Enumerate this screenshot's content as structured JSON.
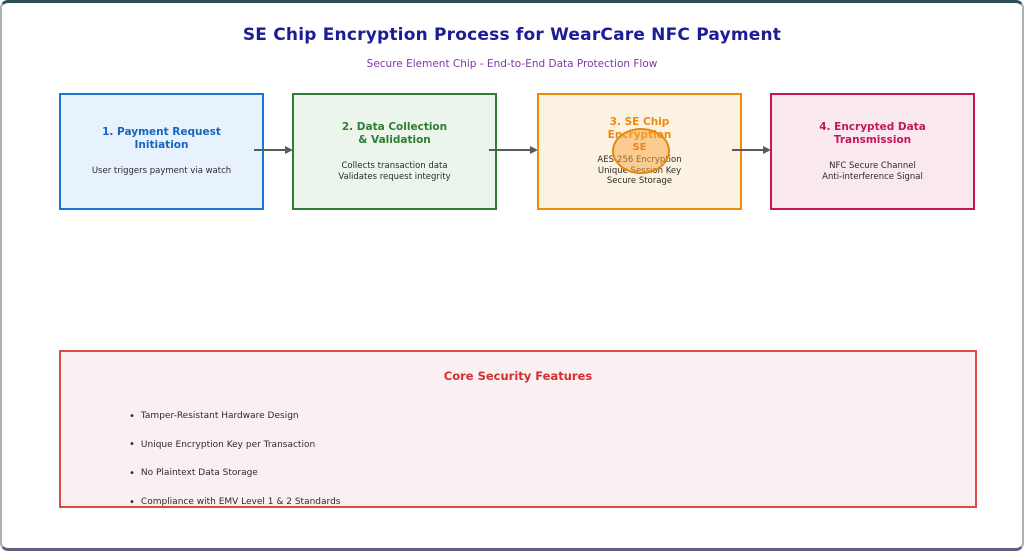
{
  "header": {
    "title": "SE Chip Encryption Process for WearCare NFC Payment",
    "subtitle": "Secure Element Chip - End-to-End Data Protection Flow",
    "title_color": "#1C1C96",
    "subtitle_color": "#8038A8"
  },
  "flow": {
    "arrow_color": "#5A5A5A",
    "steps": [
      {
        "title_line1": "1. Payment Request",
        "title_line2": "Initiation",
        "body": [
          "User triggers payment via watch"
        ],
        "accent_color": "#1565C0",
        "border_color": "#1976D2",
        "fill_color": "#E8F2FC"
      },
      {
        "title_line1": "2. Data Collection",
        "title_line2": "& Validation",
        "body": [
          "Collects transaction data",
          "Validates request integrity"
        ],
        "accent_color": "#2E7D32",
        "border_color": "#2E7D32",
        "fill_color": "#EBF5EC"
      },
      {
        "title_line1": "3. SE Chip",
        "title_line2": "Encryption",
        "chip_label": "SE",
        "chip_fill": "rgba(247,166,61,0.5)",
        "chip_border": "#E8890C",
        "chip_text_color": "#E05E00",
        "body": [
          "AES-256 Encryption",
          "Unique Session Key",
          "Secure Storage"
        ],
        "accent_color": "#EE8A0E",
        "border_color": "#EE8A0E",
        "fill_color": "#FCF2E2"
      },
      {
        "title_line1": "4. Encrypted Data",
        "title_line2": "Transmission",
        "body": [
          "NFC Secure Channel",
          "Anti-interference Signal"
        ],
        "accent_color": "#C2185B",
        "border_color": "#C2185B",
        "fill_color": "#FAE8EF"
      }
    ]
  },
  "security": {
    "title": "Core Security Features",
    "title_color": "#D32F2F",
    "border_color": "#DC4B45",
    "fill_color": "#FBF0F1",
    "bullet_char": "•",
    "items": [
      "Tamper-Resistant Hardware Design",
      "Unique Encryption Key per Transaction",
      "No Plaintext Data Storage",
      "Compliance with EMV Level 1 & 2 Standards"
    ]
  }
}
